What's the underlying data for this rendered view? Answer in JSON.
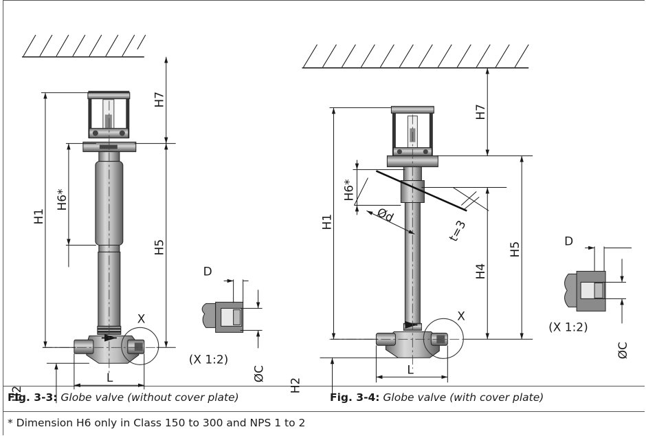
{
  "figures": {
    "left": {
      "label": "Fig. 3-3:",
      "title": "Globe valve (without cover plate)",
      "dims": {
        "h1": "H1",
        "h2": "H2",
        "h5": "H5",
        "h6": "H6*",
        "h7": "H7",
        "l": "L",
        "x": "X",
        "detail_scale": "(X 1:2)",
        "d": "D",
        "oc": "ØC"
      }
    },
    "right": {
      "label": "Fig. 3-4:",
      "title": "Globe valve (with cover plate)",
      "dims": {
        "h1": "H1",
        "h2": "H2",
        "h4": "H4",
        "h5": "H5",
        "h6": "H6*",
        "h7": "H7",
        "l": "L",
        "x": "X",
        "detail_scale": "(X 1:2)",
        "d": "D",
        "oc": "ØC",
        "od": "Ød",
        "t": "t=3"
      }
    }
  },
  "footnote": "* Dimension H6 only in Class 150 to 300 and NPS 1 to 2"
}
